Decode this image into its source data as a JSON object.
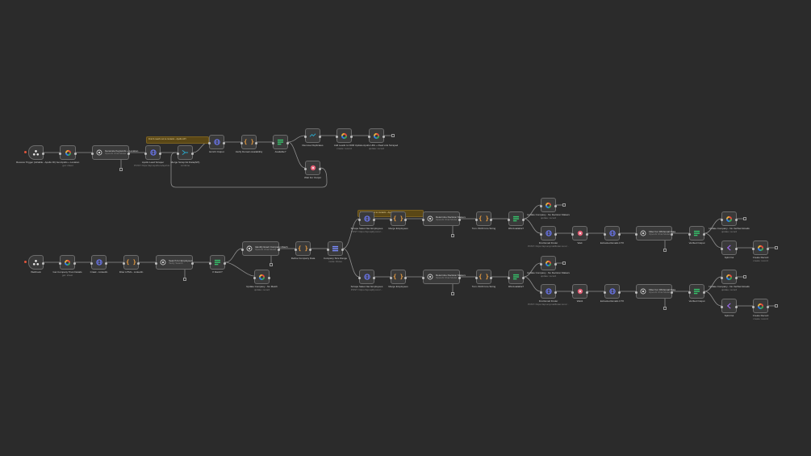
{
  "canvas": {
    "background": "#2b2b2b"
  },
  "colors": {
    "edge": "#9a9a9a",
    "node_border": "#6b6b6b",
    "node_fill": "#3a3a3a",
    "http_blue": "#6f7cff",
    "code_orange": "#f0a040",
    "if_green": "#35c46b",
    "sheets_multi": "#e8b23a",
    "remove_red": "#e0546c",
    "note_fill": "#5a4716"
  },
  "notes": {
    "top": "Find & reach out to contacts - Apollo API",
    "middle": "Find & reach out to contacts - Apollo API"
  },
  "nodes": {
    "receive_trigger": {
      "label": "Receive Trigger (Airtable - Apollo ID)",
      "icon": "cluster-icon"
    },
    "get_apollo_location": {
      "label": "Get Apollo + Location",
      "sub": "get: sheet",
      "icon": "sheets-icon"
    },
    "ai_keyword": {
      "label": "Generate Keywords + Location",
      "sub": "OpenAI Chat Model",
      "icon": "openai-icon"
    },
    "apollo_lead_scraper": {
      "label": "Apollo Lead Scraper",
      "sub": "POST: https://api.apollo.io/api/v1/...",
      "icon": "globe-icon"
    },
    "merge_list": {
      "label": "Merge Scrap list Data(API)",
      "sub": "combine",
      "icon": "merge-icon"
    },
    "enrich_output": {
      "label": "Enrich Output",
      "icon": "globe-icon"
    },
    "verify_domain": {
      "label": "Verify Domain Availability",
      "icon": "code-icon"
    },
    "available": {
      "label": "Available?",
      "icon": "if-icon"
    },
    "remove_duplicates": {
      "label": "Remove Duplicates",
      "icon": "dedupe-icon"
    },
    "add_leads_crm": {
      "label": "Add Leads to CRM",
      "sub": "create: record",
      "icon": "sheets-icon"
    },
    "update_apollo_url": {
      "label": "Update Apollo URL + Real Link Scraped",
      "sub": "update: record",
      "icon": "sheets-icon"
    },
    "wait_output": {
      "label": "Wait For Output",
      "icon": "remove-icon"
    },
    "webhook": {
      "label": "Webhook",
      "icon": "cluster-icon"
    },
    "get_company": {
      "label": "Get Company Trust Details",
      "sub": "get: sheet",
      "icon": "sheets-icon"
    },
    "crawl_linkedin": {
      "label": "Crawl - LinkedIn",
      "icon": "globe-icon"
    },
    "filter_html": {
      "label": "Filter HTML - LinkedIn",
      "icon": "code-icon"
    },
    "search_employees": {
      "label": "Search for Employees",
      "sub": "Tavily Search",
      "icon": "openai-icon"
    },
    "if_match": {
      "label": "If Match?",
      "icon": "if-icon"
    },
    "identify_exact": {
      "label": "Identify Exact Company Match",
      "sub": "OpenAI Chat Model",
      "icon": "openai-icon"
    },
    "update_no_match": {
      "label": "Update Company - No Match",
      "sub": "update: record",
      "icon": "sheets-icon"
    },
    "refine_data": {
      "label": "Refine Company Data",
      "icon": "code-icon"
    },
    "company_size_range": {
      "label": "Company Size Range",
      "sub": "mode: Rules",
      "icon": "switch-icon"
    },
    "scrape_sales_a": {
      "label": "Scrape Sales Nav Employees",
      "sub": "POST: https://api.apify.com/...",
      "icon": "globe-icon"
    },
    "merge_employees_a": {
      "label": "Merge Employees",
      "icon": "code-icon"
    },
    "determine_decision_a": {
      "label": "Determine Decision Makers",
      "sub": "OpenAI Chat Model",
      "icon": "openai-icon"
    },
    "turn_json_a": {
      "label": "Turn JSON Into String",
      "icon": "code-icon"
    },
    "dm_available_a": {
      "label": "DM Available?",
      "icon": "if-icon"
    },
    "update_no_dm_a": {
      "label": "Update Company - No Decision Makers",
      "sub": "update: record",
      "icon": "sheets-icon"
    },
    "find_email_a": {
      "label": "Find Email Finder",
      "sub": "POST: https://api.anymailfinder.com/...",
      "icon": "globe-icon"
    },
    "wait_a": {
      "label": "Wait",
      "icon": "remove-icon"
    },
    "extract_ctx_a": {
      "label": "Extracted Emails CTX",
      "icon": "globe-icon"
    },
    "filter_dm_a": {
      "label": "Filter For DM Email Data",
      "sub": "OpenAI Chat Model",
      "icon": "openai-icon"
    },
    "verified_output_a": {
      "label": "Verified Output",
      "icon": "if-icon"
    },
    "update_verified_a": {
      "label": "Update Company - No Verified Emails",
      "sub": "update: record",
      "icon": "sheets-icon"
    },
    "split_out_a": {
      "label": "Split Out",
      "icon": "split-icon"
    },
    "create_record_a": {
      "label": "Create Record",
      "sub": "create: record",
      "icon": "sheets-icon"
    },
    "scrape_sales_b": {
      "label": "Scrape Sales Nav Employees",
      "sub": "POST: https://api.apify.com/...",
      "icon": "globe-icon"
    },
    "merge_employees_b": {
      "label": "Merge Employees",
      "icon": "code-icon"
    },
    "determine_decision_b": {
      "label": "Determine Decision Makers",
      "sub": "OpenAI Chat Model",
      "icon": "openai-icon"
    },
    "turn_json_b": {
      "label": "Turn JSON Into String",
      "icon": "code-icon"
    },
    "dm_available_b": {
      "label": "DM Available?",
      "icon": "if-icon"
    },
    "update_no_dm_b": {
      "label": "Update Company - No Decision Makers",
      "sub": "update: record",
      "icon": "sheets-icon"
    },
    "find_email_b": {
      "label": "Find Email Finder",
      "sub": "POST: https://api.anymailfinder.com/...",
      "icon": "globe-icon"
    },
    "wait_b": {
      "label": "Wait1",
      "icon": "remove-icon"
    },
    "extract_ctx_b": {
      "label": "Extracted Emails CTX",
      "icon": "globe-icon"
    },
    "filter_dm_b": {
      "label": "Filter For DM Email Data",
      "sub": "OpenAI Chat Model",
      "icon": "openai-icon"
    },
    "verified_output_b": {
      "label": "Verified Output",
      "icon": "if-icon"
    },
    "update_verified_b": {
      "label": "Update Company - No Verified Emails",
      "sub": "update: record",
      "icon": "sheets-icon"
    },
    "split_out_b": {
      "label": "Split Out",
      "icon": "split-icon"
    },
    "create_record_b": {
      "label": "Create Record",
      "sub": "create: record",
      "icon": "sheets-icon"
    }
  }
}
